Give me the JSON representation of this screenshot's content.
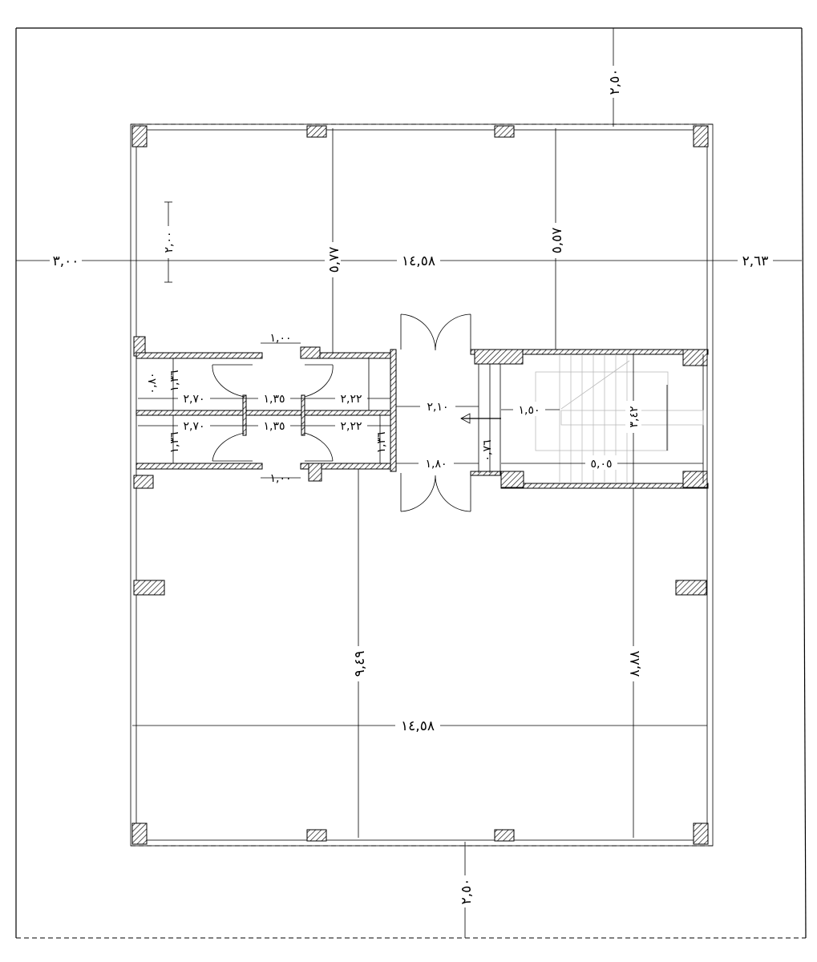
{
  "dimensions": {
    "top_setback": "٢,٥٠",
    "left_setback": "٣,٠٠",
    "width_top": "١٤,٥٨",
    "right_setback": "٢,٦٣",
    "top_left_depth": "٥,٧٧",
    "top_right_depth": "٥,٥٧",
    "window_height": "٢,٠٠",
    "door_top": "١,٠٠",
    "door_bottom": "١,٠٠",
    "corridor_top_height": "٠,٨٠",
    "corridor_height_a": "١,٣٦",
    "corridor_height_b": "١,٣٦",
    "corridor_height_c": "١,٣٦",
    "room_a_top": "٢,٧٠",
    "room_b_top": "١,٣٥",
    "room_c_top": "٢,٢٢",
    "room_a_bottom": "٢,٧٠",
    "room_b_bottom": "١,٣٥",
    "room_c_bottom": "٢,٢٢",
    "lobby_top": "٢,١٠",
    "lobby_bottom": "١,٨٠",
    "stair_landing": "١,٥٠",
    "stair_gap": "٠,٧٦",
    "stair_depth": "٣,٤٢",
    "stair_width": "٥,٠٥",
    "bottom_left_depth": "٩,٤٩",
    "bottom_right_depth": "٨,٨٨",
    "width_bottom": "١٤,٥٨",
    "bottom_setback": "٢,٥٠"
  }
}
